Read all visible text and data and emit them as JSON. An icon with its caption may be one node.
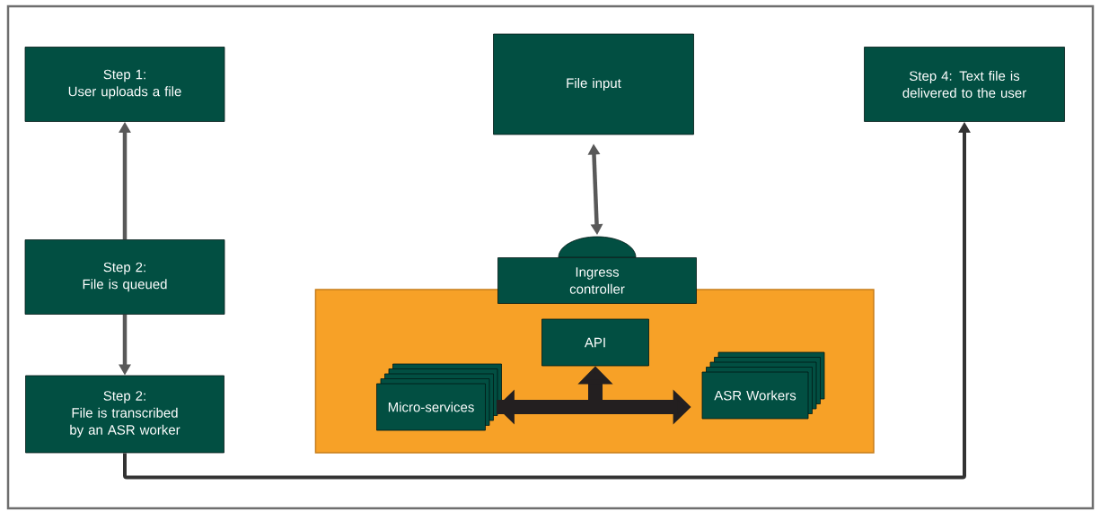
{
  "diagram": {
    "nodes": [
      {
        "text": [
          "Step 1:",
          "User uploads a file"
        ]
      },
      {
        "text": [
          "Step 2:",
          "File is queued"
        ]
      },
      {
        "text": [
          "Step 2:",
          "File is transcribed by an ASR worker"
        ]
      },
      {
        "text": [
          "File input"
        ]
      },
      {
        "text": [
          "Step 4: Text file is delivered to the user"
        ]
      },
      {
        "text": [],
        "shape": "box"
      },
      {
        "text": [
          "Ingress controller"
        ]
      },
      {
        "text": [
          "API"
        ],
        "in": 5
      },
      {
        "text": [
          "Micro-services"
        ],
        "in": 5
      },
      {
        "text": [
          "ASR Workers"
        ],
        "in": 5
      }
    ],
    "edges": [
      {
        "from": 1,
        "to": 0,
        "arrow": "to"
      },
      {
        "from": 1,
        "to": 2,
        "arrow": "to"
      },
      {
        "from": 2,
        "to": 4,
        "arrow": "to",
        "color": "#333333"
      },
      {
        "from": 3,
        "to": 6,
        "arrow": "both"
      },
      {
        "from": 8,
        "to": 9,
        "arrow": "both",
        "style": "thick",
        "color": "#231f20"
      },
      {
        "from": 8,
        "to": 7,
        "arrow": "to",
        "style": "thick",
        "color": "#231f20"
      }
    ]
  }
}
